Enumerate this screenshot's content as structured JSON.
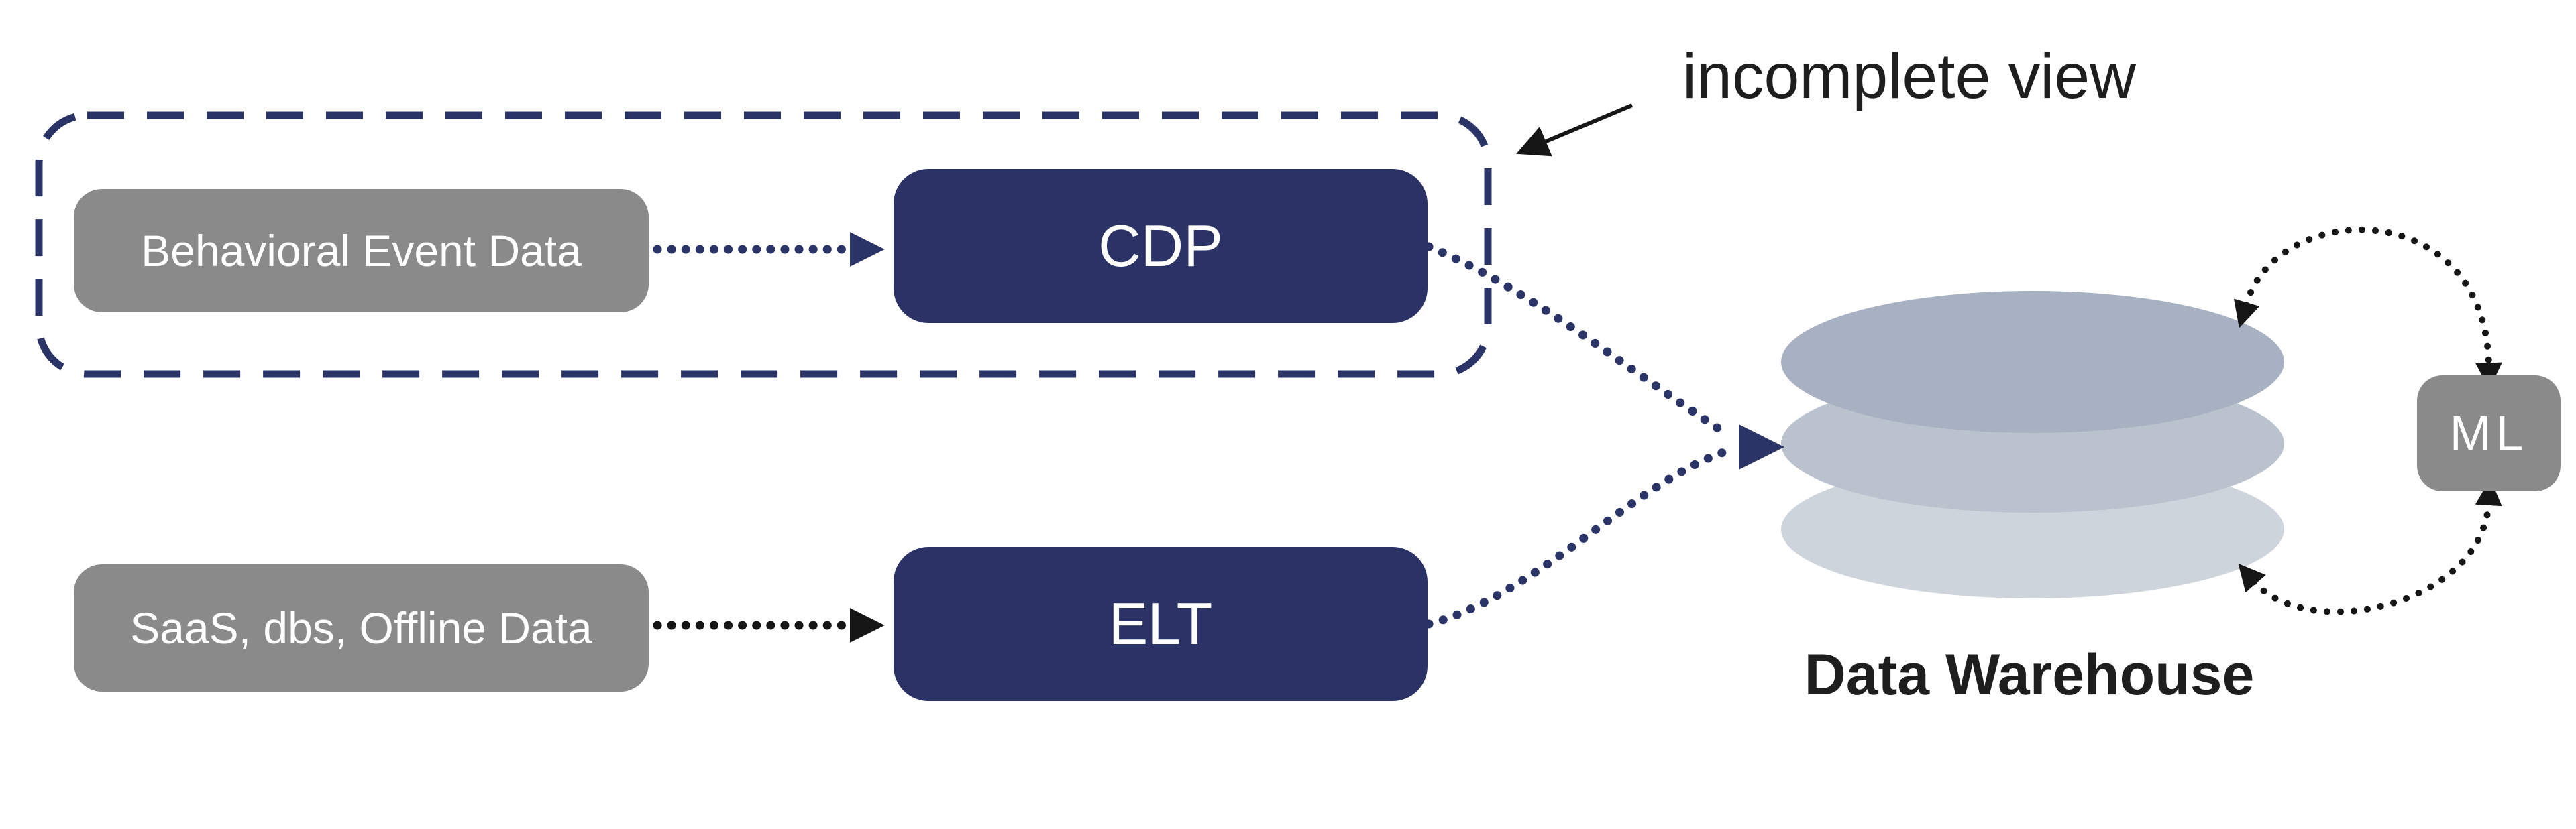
{
  "annotation": {
    "label": "incomplete view",
    "arrow_color": "#161616",
    "points_to": "incomplete-view-dashed-container"
  },
  "nodes": {
    "behavioral_event_data": {
      "label": "Behavioral Event Data",
      "fill": "#8a8a8a",
      "text_color": "#ffffff"
    },
    "cdp": {
      "label": "CDP",
      "fill": "#2b3366",
      "text_color": "#ffffff"
    },
    "saas_dbs_offline_data": {
      "label": "SaaS, dbs, Offline Data",
      "fill": "#8a8a8a",
      "text_color": "#ffffff"
    },
    "elt": {
      "label": "ELT",
      "fill": "#2b3366",
      "text_color": "#ffffff"
    },
    "data_warehouse": {
      "label": "Data Warehouse",
      "text_color": "#1e1e1e"
    },
    "ml": {
      "label": "ML",
      "fill": "#8a8a8a",
      "text_color": "#ffffff"
    }
  },
  "warehouse_cylinder": {
    "disc_colors_top_to_bottom": [
      "#a8b1c1",
      "#b9c2cd",
      "#ced4dc"
    ]
  },
  "container": {
    "style": "dashed-rounded-rect",
    "stroke": "#2b3467",
    "contains": [
      "behavioral_event_data",
      "cdp"
    ]
  },
  "connectors": [
    {
      "name": "behavioral-to-cdp",
      "style": "dotted",
      "color": "#2b3467",
      "arrowhead": "end"
    },
    {
      "name": "saas-to-elt",
      "style": "dotted",
      "color": "#161616",
      "arrowhead": "end"
    },
    {
      "name": "cdp-to-warehouse",
      "style": "dotted",
      "color": "#2b3467",
      "arrowhead": "merged-end"
    },
    {
      "name": "elt-to-warehouse",
      "style": "dotted",
      "color": "#2b3467",
      "arrowhead": "merged-end"
    },
    {
      "name": "warehouse-ml-top-arc",
      "style": "dotted",
      "color": "#161616",
      "arrowhead": "both"
    },
    {
      "name": "warehouse-ml-bottom-arc",
      "style": "dotted",
      "color": "#161616",
      "arrowhead": "both"
    },
    {
      "name": "annotation-arrow",
      "style": "solid",
      "color": "#161616",
      "arrowhead": "end"
    }
  ]
}
